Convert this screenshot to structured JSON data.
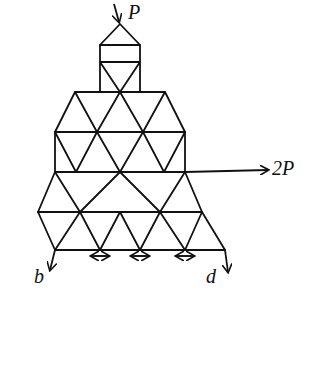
{
  "diagram": {
    "labels": [
      "P",
      "2P",
      "b",
      "d"
    ]
  }
}
